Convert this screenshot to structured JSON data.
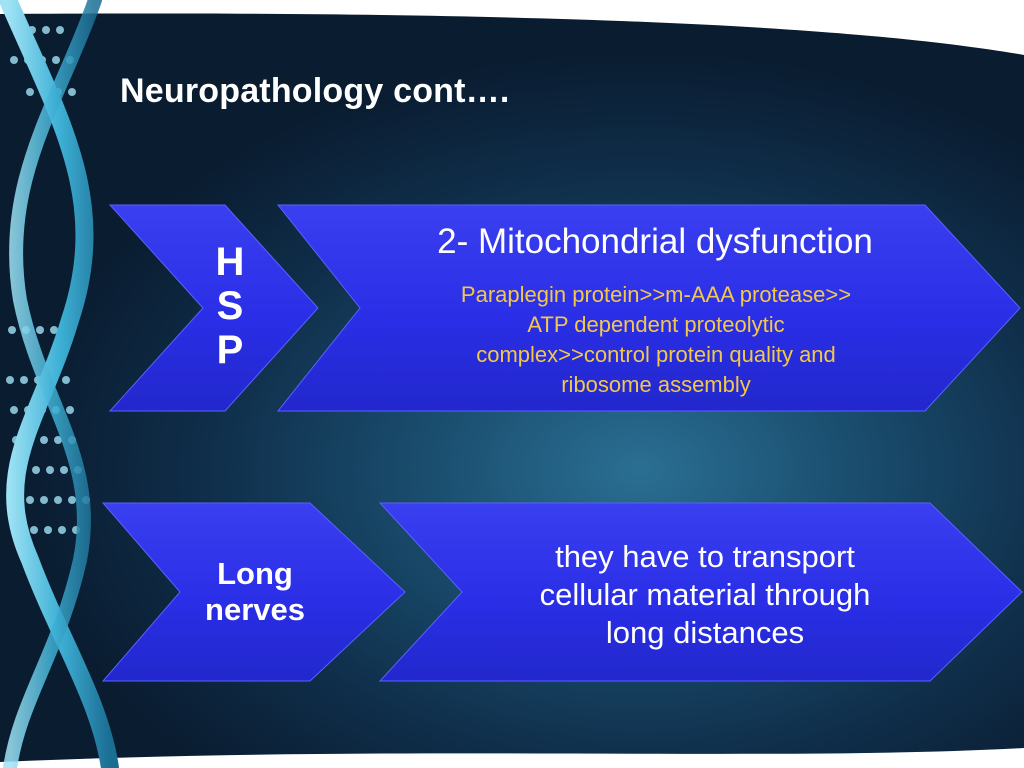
{
  "slide": {
    "title": "Neuropathology cont….",
    "row1": {
      "label_letters": [
        "H",
        "S",
        "P"
      ],
      "heading": "2- Mitochondrial dysfunction",
      "body_lines": [
        "Paraplegin protein>>m-AAA protease>>",
        "ATP dependent proteolytic",
        "complex>>control protein quality and",
        "ribosome assembly"
      ]
    },
    "row2": {
      "label_lines": [
        "Long",
        "nerves"
      ],
      "body_lines": [
        "they have to transport",
        "cellular material through",
        "long distances"
      ]
    }
  },
  "colors": {
    "background": "#1a4d6e",
    "chevron_fill": "#2a2ee6",
    "title_text": "#ffffff",
    "body_highlight": "#f3c84a"
  },
  "icons": {
    "decoration": "dna-helix-icon"
  }
}
